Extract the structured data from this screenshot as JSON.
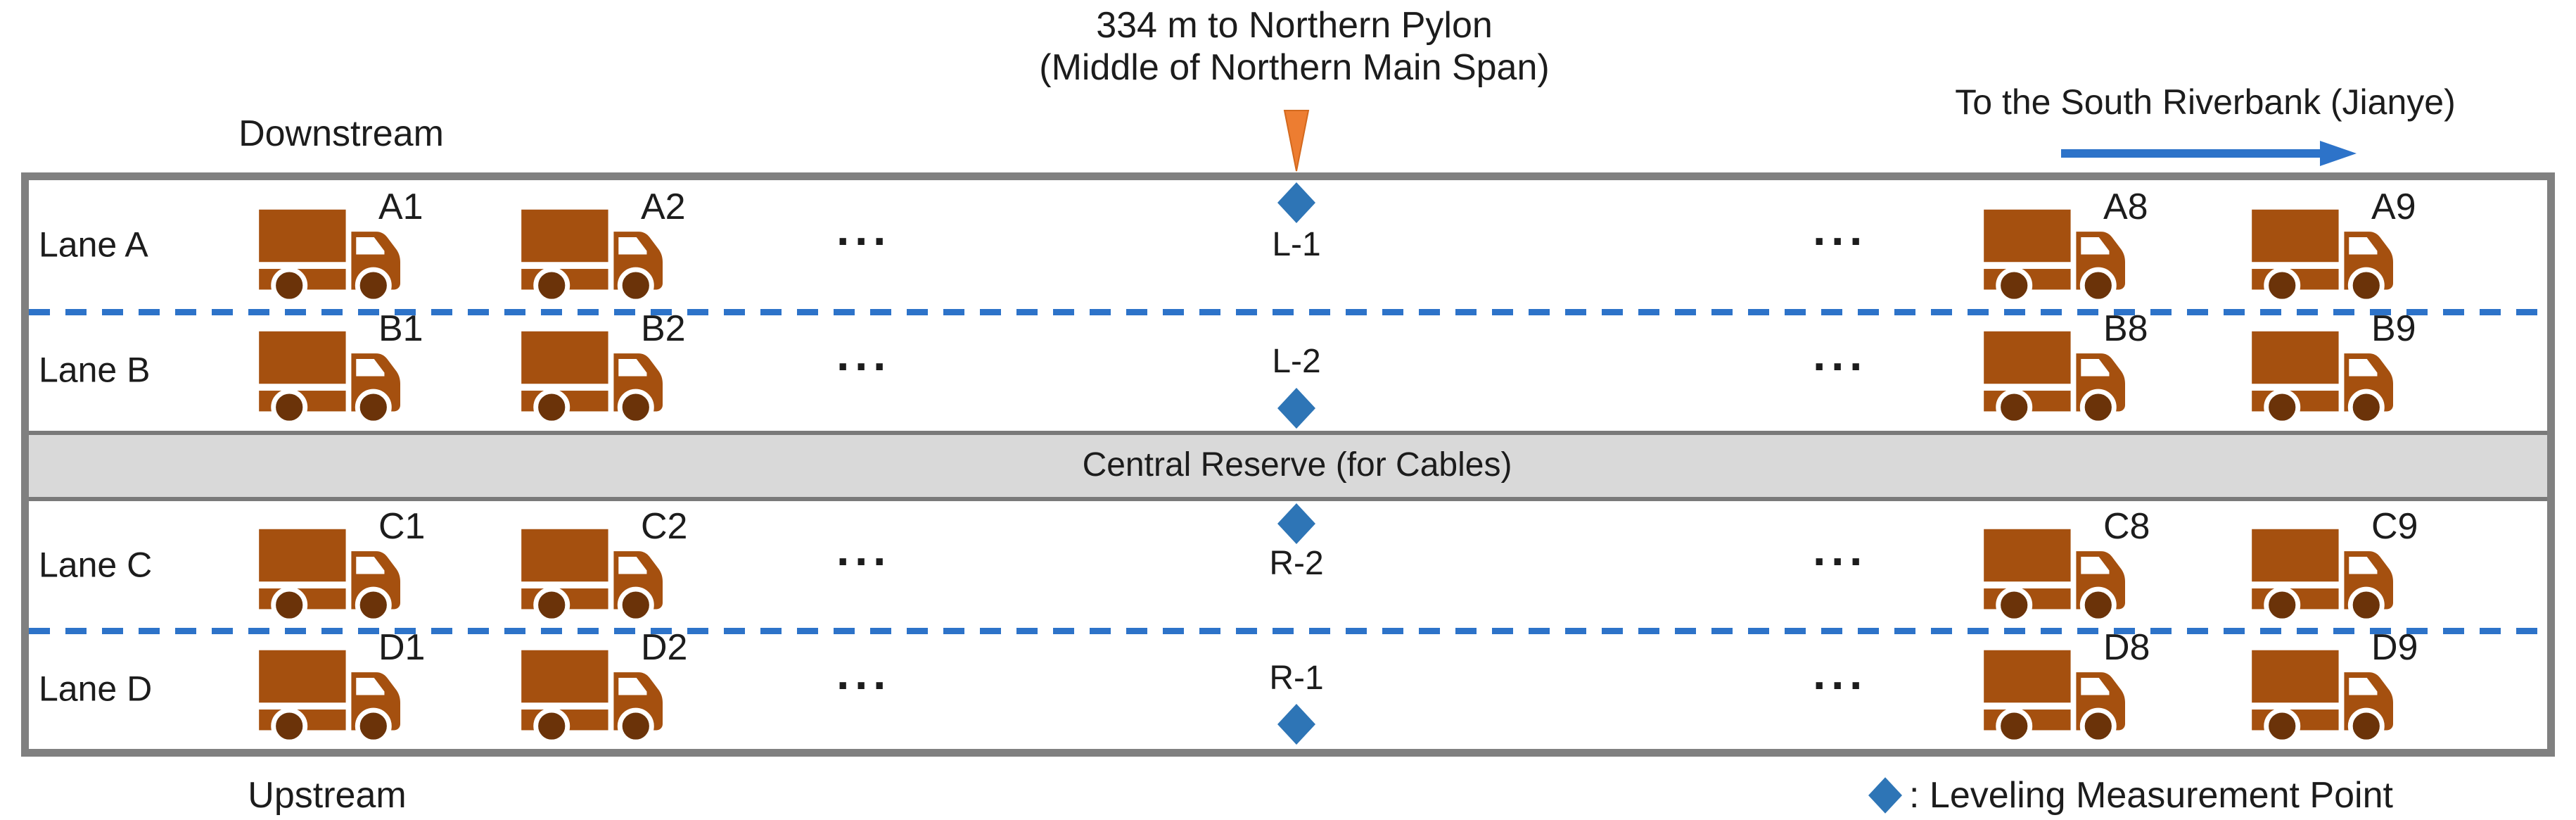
{
  "annotations": {
    "pylon_note_line1": "334 m to Northern Pylon",
    "pylon_note_line2": "(Middle of Northern Main Span)",
    "direction_note": "To the South Riverbank (Jianye)",
    "downstream": "Downstream",
    "upstream": "Upstream"
  },
  "deck": {
    "central_reserve_label": "Central Reserve (for Cables)",
    "ellipsis": "···",
    "lanes": [
      {
        "id": "A",
        "label": "Lane A",
        "trucks": [
          "A1",
          "A2",
          "A8",
          "A9"
        ]
      },
      {
        "id": "B",
        "label": "Lane B",
        "trucks": [
          "B1",
          "B2",
          "B8",
          "B9"
        ]
      },
      {
        "id": "C",
        "label": "Lane C",
        "trucks": [
          "C1",
          "C2",
          "C8",
          "C9"
        ]
      },
      {
        "id": "D",
        "label": "Lane D",
        "trucks": [
          "D1",
          "D2",
          "D8",
          "D9"
        ]
      }
    ],
    "measurement_points": [
      {
        "id": "L-1"
      },
      {
        "id": "L-2"
      },
      {
        "id": "R-2"
      },
      {
        "id": "R-1"
      }
    ]
  },
  "legend": {
    "label": ": Leveling Measurement Point"
  },
  "icons": {
    "truck-icon": "box truck facing right",
    "diamond-icon": "blue leveling measurement point marker",
    "down-wedge-icon": "orange downward pointer to mid-span location",
    "right-arrow-icon": "blue arrow toward south riverbank"
  },
  "colors": {
    "deck_border": "#808080",
    "reserve_fill": "#D9D9D9",
    "reserve_border": "#7a7a7a",
    "lane_divider_blue": "#2D73C9",
    "diamond_blue": "#2E75B6",
    "arrow_blue": "#2D73C9",
    "pylon_orange": "#ED7D31",
    "truck_body": "#A5500F",
    "truck_wheel": "#6B3309",
    "text": "#1c1c1c"
  }
}
